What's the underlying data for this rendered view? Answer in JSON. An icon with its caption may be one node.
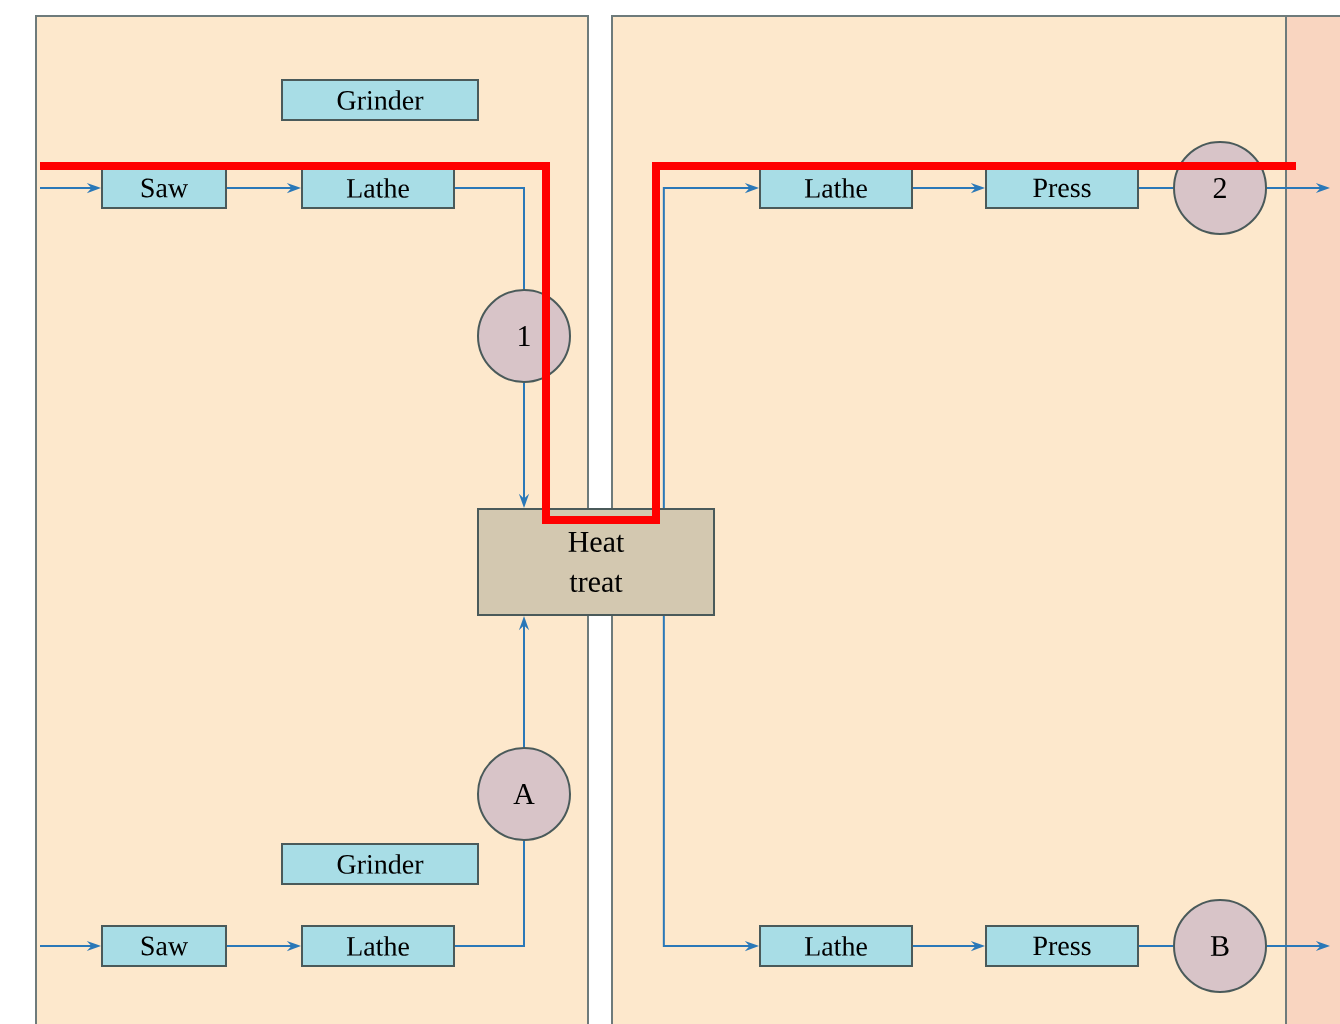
{
  "diagram": {
    "nodes": [
      {
        "text": [
          "Grinder"
        ]
      },
      {
        "text": [
          "Saw"
        ]
      },
      {
        "text": [
          "Lathe"
        ]
      },
      {
        "text": [
          "1"
        ]
      },
      {
        "text": [
          "Heat treat"
        ]
      },
      {
        "text": [
          "Lathe"
        ]
      },
      {
        "text": [
          "Press"
        ]
      },
      {
        "text": [
          "2"
        ]
      },
      {
        "text": [
          "A"
        ]
      },
      {
        "text": [
          "Grinder"
        ]
      },
      {
        "text": [
          "Saw"
        ]
      },
      {
        "text": [
          "Lathe"
        ]
      },
      {
        "text": [
          "Lathe"
        ]
      },
      {
        "text": [
          "Press"
        ]
      },
      {
        "text": [
          "B"
        ]
      }
    ],
    "edges": [
      {
        "from": null,
        "to": 1,
        "arrow": "to"
      },
      {
        "from": 1,
        "to": 2,
        "arrow": "to"
      },
      {
        "from": 2,
        "to": 3,
        "arrow": "none"
      },
      {
        "from": 3,
        "to": 4,
        "arrow": "to"
      },
      {
        "from": 4,
        "to": 5,
        "arrow": "to"
      },
      {
        "from": 5,
        "to": 6,
        "arrow": "to"
      },
      {
        "from": 6,
        "to": 7,
        "arrow": "none"
      },
      {
        "from": 7,
        "to": null,
        "arrow": "to"
      },
      {
        "from": null,
        "to": 10,
        "arrow": "to"
      },
      {
        "from": 10,
        "to": 11,
        "arrow": "to"
      },
      {
        "from": 11,
        "to": 8,
        "arrow": "none"
      },
      {
        "from": 8,
        "to": 4,
        "arrow": "to"
      },
      {
        "from": 4,
        "to": 12,
        "arrow": "to"
      },
      {
        "from": 12,
        "to": 13,
        "arrow": "to"
      },
      {
        "from": 13,
        "to": 14,
        "arrow": "none"
      },
      {
        "from": 14,
        "to": null,
        "arrow": "to"
      }
    ]
  }
}
